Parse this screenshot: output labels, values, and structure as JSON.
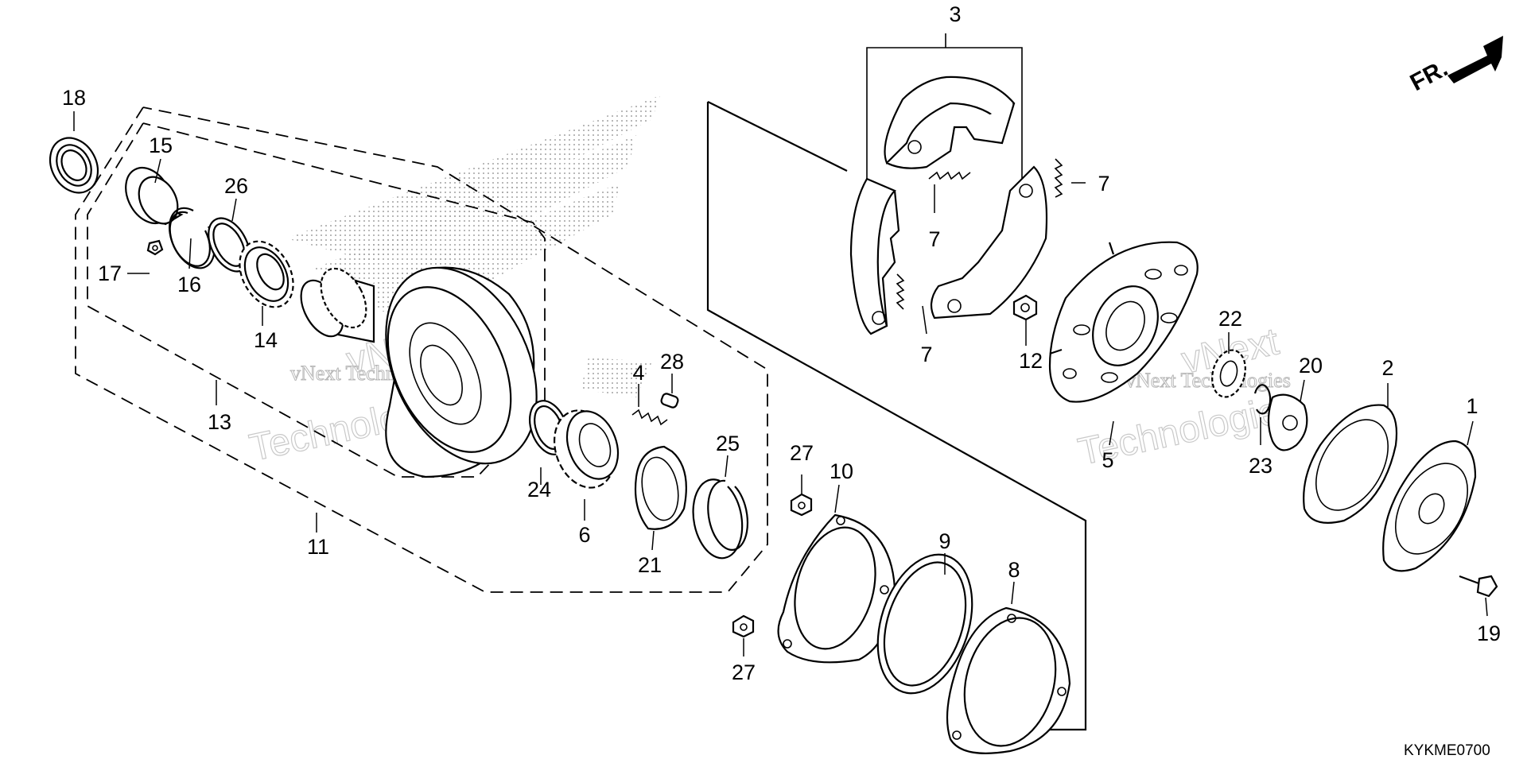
{
  "callouts": [
    "1",
    "2",
    "3",
    "4",
    "5",
    "6",
    "7",
    "8",
    "9",
    "10",
    "11",
    "12",
    "13",
    "14",
    "15",
    "16",
    "17",
    "18",
    "19",
    "20",
    "21",
    "22",
    "23",
    "24",
    "25",
    "26",
    "27",
    "28"
  ],
  "callout_7": "7",
  "callout_27": "27",
  "direction_label": "FR.",
  "diagram_code": "KYKME0700",
  "watermark": {
    "line1": "vNext Technologies",
    "word1": "vNext",
    "word2": "Technologies"
  }
}
